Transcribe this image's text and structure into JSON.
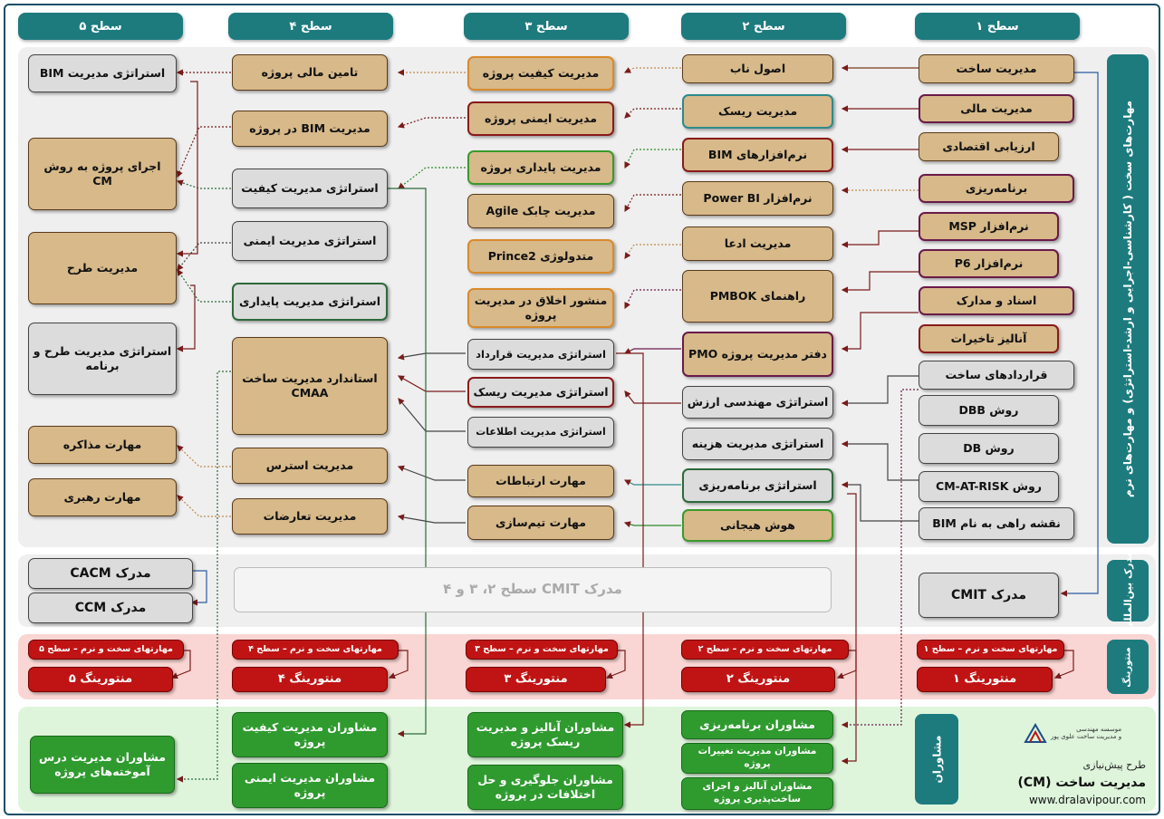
{
  "headers": [
    "سطح ۱",
    "سطح ۲",
    "سطح ۳",
    "سطح ۴",
    "سطح ۵"
  ],
  "side_labels": {
    "skills": "مهارت‌های سخت ( کارشناسی-اجرایی و ارشد-استراتژی) و مهارت‌های نرم",
    "cert": "مدرک بین‌المللی",
    "mentor": "منتورینگ",
    "consult": "مشاوران"
  },
  "level1": [
    "مدیریت ساخت",
    "مدیریت مالی",
    "ارزیابی اقتصادی",
    "برنامه‌ریزی",
    "نرم‌افزار MSP",
    "نرم‌افزار P6",
    "اسناد و مدارک",
    "آنالیز تاخیرات",
    "قراردادهای ساخت",
    "روش DBB",
    "روش DB",
    "روش CM-AT-RISK",
    "نقشه راهی به نام BIM"
  ],
  "level2": [
    "اصول ناب",
    "مدیریت ریسک",
    "نرم‌افزارهای BIM",
    "نرم‌افزار Power BI",
    "مدیریت ادعا",
    "راهنمای PMBOK",
    "دفتر مدیریت پروژه PMO",
    "استراتژی مهندسی ارزش",
    "استراتژی مدیریت هزینه",
    "استراتژی برنامه‌ریزی",
    "هوش هیجانی"
  ],
  "level3": [
    "مدیریت کیفیت پروژه",
    "مدیریت ایمنی پروژه",
    "مدیریت پایداری پروژه",
    "مدیریت چابک Agile",
    "متدولوژی Prince2",
    "منشور اخلاق در مدیریت پروژه",
    "استراتژی مدیریت قرارداد",
    "استراتژی مدیریت ریسک",
    "استراتژی مدیریت اطلاعات",
    "مهارت ارتباطات",
    "مهارت تیم‌سازی"
  ],
  "level4": [
    "تامین مالی پروژه",
    "مدیریت BIM در پروژه",
    "استراتژی مدیریت کیفیت",
    "استراتژی مدیریت ایمنی",
    "استراتژی مدیریت پایداری",
    "استاندارد مدیریت ساخت CMAA",
    "مدیریت استرس",
    "مدیریت تعارضات"
  ],
  "level5": [
    "استراتژی مدیریت BIM",
    "اجرای پروژه به روش CM",
    "مدیریت طرح",
    "استراتژی مدیریت طرح و برنامه",
    "مهارت مذاکره",
    "مهارت رهبری"
  ],
  "certs": {
    "cmit": "مدرک CMIT",
    "cmit_levels": "مدرک CMIT سطح ۲، ۳ و ۴",
    "cacm": "مدرک CACM",
    "ccm": "مدرک CCM"
  },
  "mentoring": [
    {
      "skill": "مهارتهای سخت و نرم – سطح ۱",
      "label": "منتورینگ ۱"
    },
    {
      "skill": "مهارتهای سخت و نرم – سطح ۲",
      "label": "منتورینگ ۲"
    },
    {
      "skill": "مهارتهای سخت و نرم – سطح ۳",
      "label": "منتورینگ ۳"
    },
    {
      "skill": "مهارتهای سخت و نرم – سطح ۴",
      "label": "منتورینگ ۴"
    },
    {
      "skill": "مهارتهای سخت و نرم – سطح ۵",
      "label": "منتورینگ ۵"
    }
  ],
  "consultants": {
    "l2": [
      "مشاوران برنامه‌ریزی",
      "مشاوران مدیریت تغییرات پروژه",
      "مشاوران آنالیز و اجرای ساخت‌پذیری پروژه"
    ],
    "l3": [
      "مشاوران آنالیز و مدیریت ریسک پروژه",
      "مشاوران جلوگیری و حل اختلافات در پروژه"
    ],
    "l4": [
      "مشاوران مدیریت کیفیت پروژه",
      "مشاوران مدیریت ایمنی پروژه"
    ],
    "l5": [
      "مشاوران مدیریت درس آموخته‌های پروژه"
    ]
  },
  "branding": {
    "logo_line1": "موسسه مهندسی",
    "logo_line2": "و مدیریت ساخت علوی پور",
    "plan_label": "طرح پیش‌نیازی",
    "title": "مدیریت ساخت (CM)",
    "url": "www.dralavipour.com"
  },
  "colors": {
    "teal": "#1d7b7e",
    "tan": "#d7b98a",
    "gray": "#dcdcdc",
    "red": "#c01414",
    "green": "#2f9b2f"
  }
}
